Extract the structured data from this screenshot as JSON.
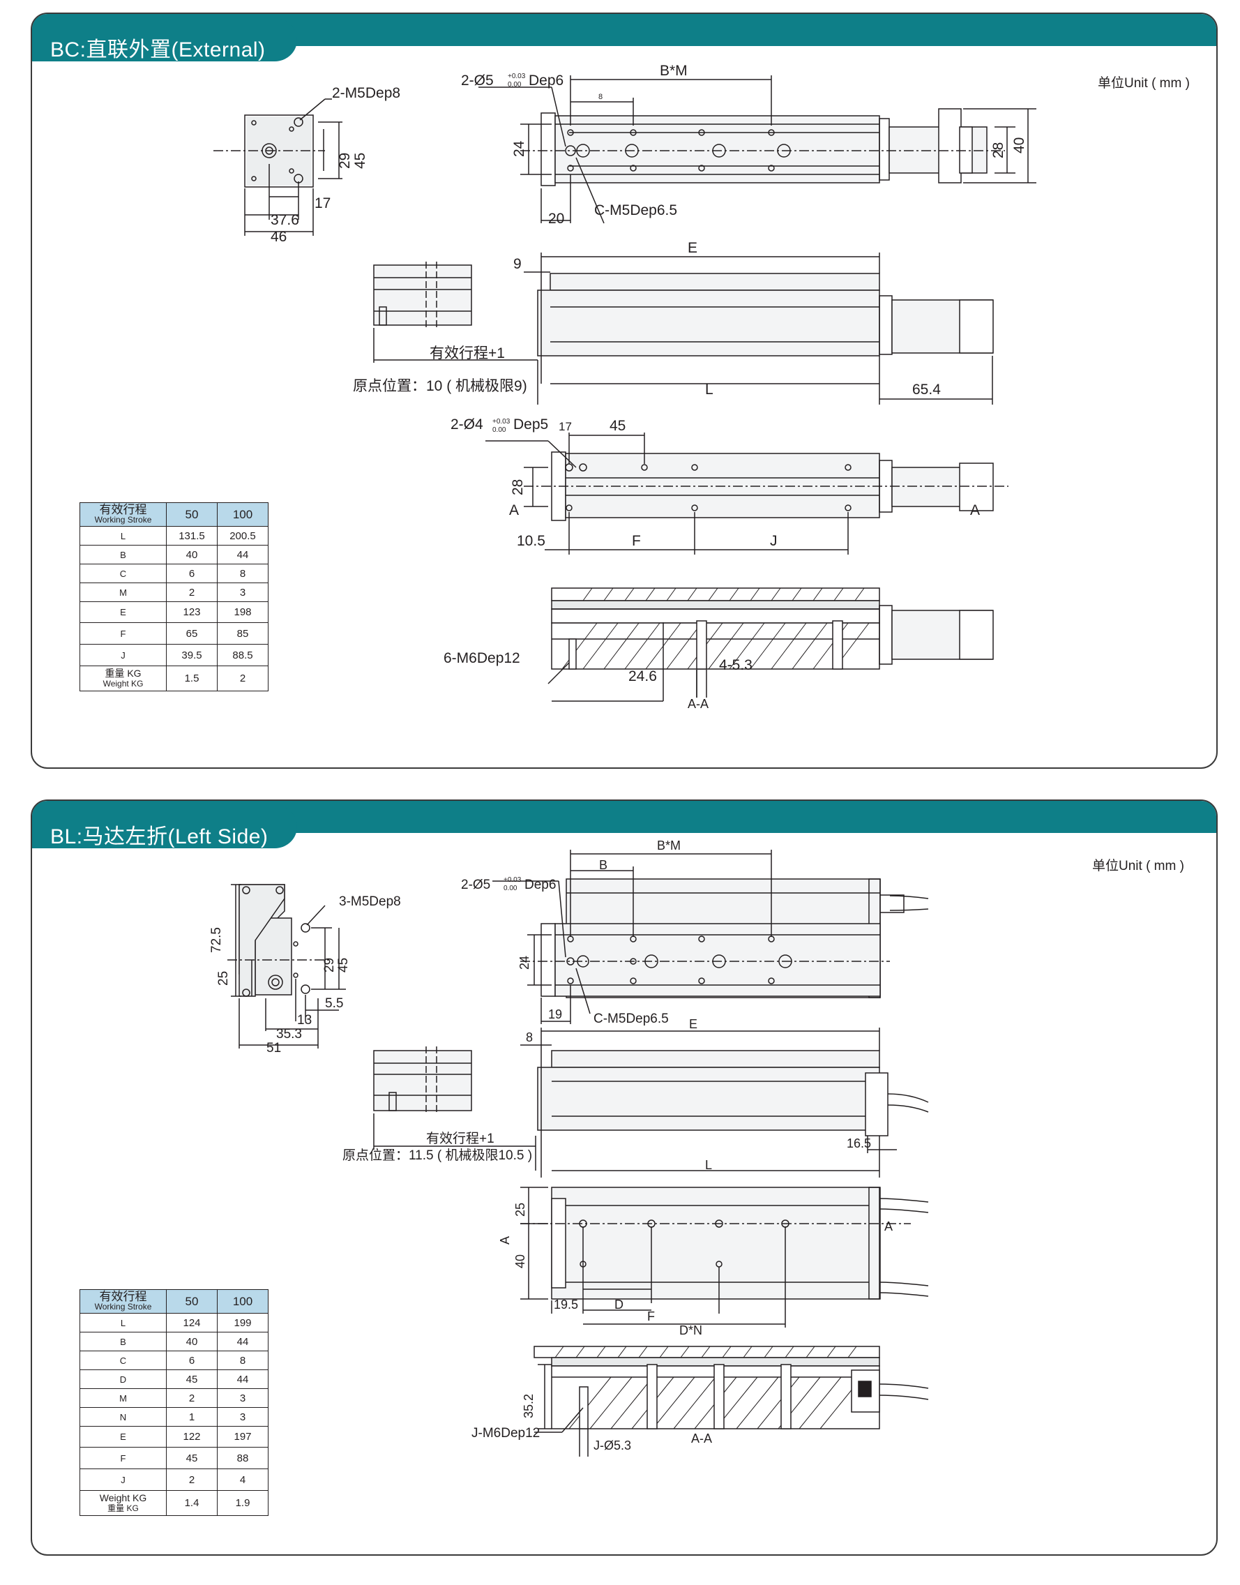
{
  "colors": {
    "accent": "#0e7f88",
    "table_header": "#b9d9ea",
    "line": "#231f20"
  },
  "bc": {
    "title": "BC:直联外置(External)",
    "unit": "单位Unit ( mm )",
    "labels": {
      "m5dep8": "2-M5Dep8",
      "d29": "29",
      "d45": "45",
      "d17": "17",
      "d37_6": "37.6",
      "d46": "46",
      "hole": "2-Ø5",
      "tol": "+0.03",
      "tol2": "0.00",
      "dep6": "Dep6",
      "bm": "B*M",
      "d8": "8",
      "d24": "24",
      "d20": "20",
      "cm5": "C-M5Dep6.5",
      "d28": "28",
      "d40": "40",
      "d9": "9",
      "e": "E",
      "stroke": "有效行程+1",
      "origin": "原点位置：10 ( 机械极限9)",
      "l": "L",
      "d65_4": "65.4",
      "hole4": "2-Ø4",
      "tol3": "+0.03",
      "tol4": "0.00",
      "dep5": "Dep5",
      "d17b": "17",
      "d45b": "45",
      "d28b": "28",
      "a1": "A",
      "a2": "A",
      "d10_5": "10.5",
      "f": "F",
      "j": "J",
      "m6": "6-M6Dep12",
      "d24_6": "24.6",
      "d4_5_3": "4-5.3",
      "aa": "A-A"
    },
    "table": {
      "header": {
        "label_cn": "有效行程",
        "label_en": "Working Stroke",
        "c1": "50",
        "c2": "100"
      },
      "rows": [
        {
          "k": "L",
          "a": "131.5",
          "b": "200.5"
        },
        {
          "k": "B",
          "a": "40",
          "b": "44"
        },
        {
          "k": "C",
          "a": "6",
          "b": "8"
        },
        {
          "k": "M",
          "a": "2",
          "b": "3"
        },
        {
          "k": "E",
          "a": "123",
          "b": "198"
        },
        {
          "k": "F",
          "a": "65",
          "b": "85"
        },
        {
          "k": "J",
          "a": "39.5",
          "b": "88.5"
        }
      ],
      "weight": {
        "cn": "重量  KG",
        "en": "Weight KG",
        "a": "1.5",
        "b": "2"
      }
    }
  },
  "bl": {
    "title": "BL:马达左折(Left Side)",
    "unit": "单位Unit ( mm )",
    "labels": {
      "m5dep8": "3-M5Dep8",
      "d72_5": "72.5",
      "d25": "25",
      "d29": "29",
      "d45": "45",
      "d5_5": "5.5",
      "d13": "13",
      "d35_3": "35.3",
      "d51": "51",
      "hole": "2-Ø5",
      "tol": "+0.03",
      "tol2": "0.00",
      "dep6": "Dep6",
      "bm": "B*M",
      "b": "B",
      "d24": "24",
      "d19": "19",
      "cm5": "C-M5Dep6.5",
      "d8": "8",
      "e": "E",
      "stroke": "有效行程+1",
      "origin": "原点位置：11.5 ( 机械极限10.5 )",
      "l": "L",
      "d16_5": "16.5",
      "d25b": "25",
      "d40": "40",
      "a1": "A",
      "a2": "A",
      "d19_5": "19.5",
      "d": "D",
      "f": "F",
      "dn": "D*N",
      "d35_2": "35.2",
      "jm6": "J-M6Dep12",
      "j5_3": "J-Ø5.3",
      "aa": "A-A"
    },
    "table": {
      "header": {
        "label_cn": "有效行程",
        "label_en": "Working Stroke",
        "c1": "50",
        "c2": "100"
      },
      "rows": [
        {
          "k": "L",
          "a": "124",
          "b": "199"
        },
        {
          "k": "B",
          "a": "40",
          "b": "44"
        },
        {
          "k": "C",
          "a": "6",
          "b": "8"
        },
        {
          "k": "D",
          "a": "45",
          "b": "44"
        },
        {
          "k": "M",
          "a": "2",
          "b": "3"
        },
        {
          "k": "N",
          "a": "1",
          "b": "3"
        },
        {
          "k": "E",
          "a": "122",
          "b": "197"
        },
        {
          "k": "F",
          "a": "45",
          "b": "88"
        },
        {
          "k": "J",
          "a": "2",
          "b": "4"
        }
      ],
      "weight": {
        "cn": "重量  KG",
        "en": "Weight KG",
        "a": "1.4",
        "b": "1.9"
      }
    }
  }
}
